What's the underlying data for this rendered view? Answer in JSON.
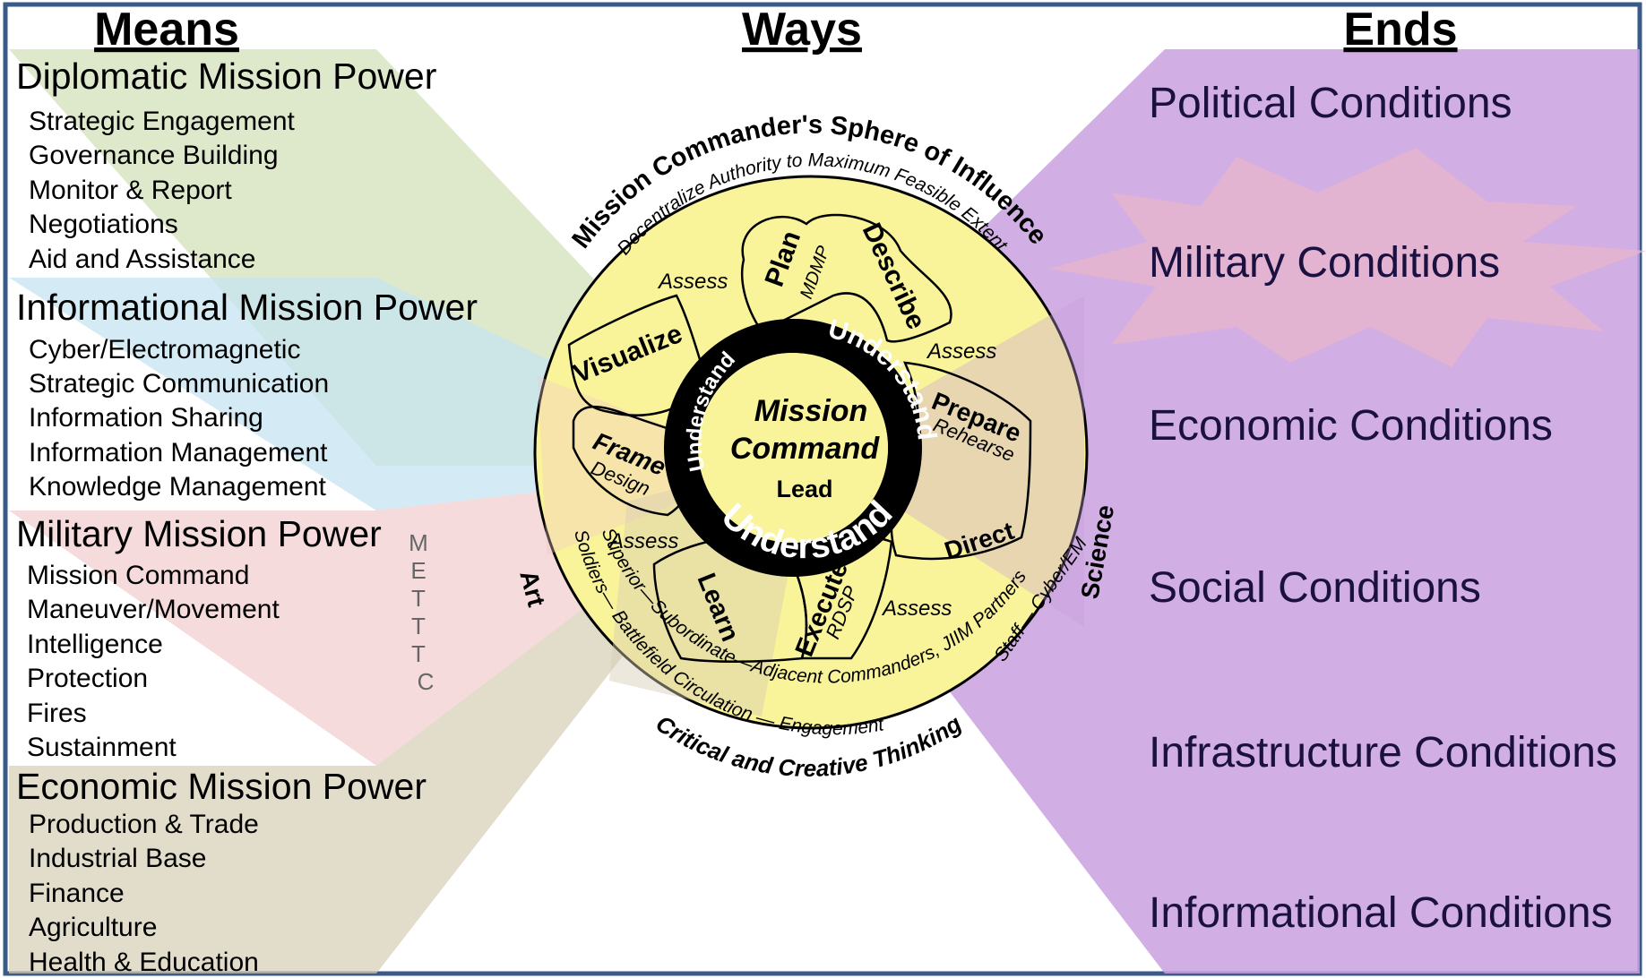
{
  "headers": {
    "means": "Means",
    "ways": "Ways",
    "ends": "Ends"
  },
  "means": {
    "diplomatic": {
      "title": "Diplomatic Mission Power",
      "items": [
        "Strategic Engagement",
        "Governance Building",
        "Monitor & Report",
        "Negotiations",
        "Aid and Assistance"
      ]
    },
    "informational": {
      "title": "Informational Mission Power",
      "items": [
        "Cyber/Electromagnetic",
        "Strategic Communication",
        "Information Sharing",
        "Information Management",
        "Knowledge Management"
      ]
    },
    "military": {
      "title": "Military Mission Power",
      "items": [
        "Mission Command",
        "Maneuver/Movement",
        "Intelligence",
        "Protection",
        "Fires",
        "Sustainment"
      ]
    },
    "economic": {
      "title": "Economic Mission Power",
      "items": [
        "Production & Trade",
        "Industrial Base",
        "Finance",
        "Agriculture",
        "Health & Education"
      ]
    }
  },
  "mettc": [
    "M",
    "E",
    "T",
    "T",
    "T",
    "C"
  ],
  "ends": [
    "Political Conditions",
    "Military Conditions",
    "Economic Conditions",
    "Social Conditions",
    "Infrastructure Conditions",
    "Informational Conditions"
  ],
  "ways": {
    "sphere": "Mission Commander's Sphere of Influence",
    "decentralize": "Decentralize Authority to Maximum Feasible Extent",
    "critical": "Critical and Creative Thinking",
    "art": "Art",
    "science": "Science",
    "center_line1": "Mission",
    "center_line2": "Command",
    "lead": "Lead",
    "understand": "Understand",
    "assess": "Assess",
    "plan": "Plan",
    "mdmp": "MDMP",
    "describe": "Describe",
    "visualize": "Visualize",
    "frame": "Frame",
    "design": "Design",
    "prepare": "Prepare",
    "rehearse": "Rehearse",
    "direct": "Direct",
    "learn": "Learn",
    "execute": "Execute",
    "rdsp": "RDSP",
    "outer_left": "Superior—Subordinate—Adjacent Commanders, JIIM Partners",
    "outer_left2": "Soldiers— Battlefield Circulation — Engagement",
    "outer_right": "Staff— Cyber/EM"
  },
  "colors": {
    "green": "#d8e6c4",
    "blue": "#d6eaf3",
    "pink": "#f2d6d6",
    "tan": "#e3dccb",
    "purple": "#c9a0de",
    "yellow": "#f9f39a",
    "navy": "#1b1140",
    "frame": "#3a5a8a"
  }
}
